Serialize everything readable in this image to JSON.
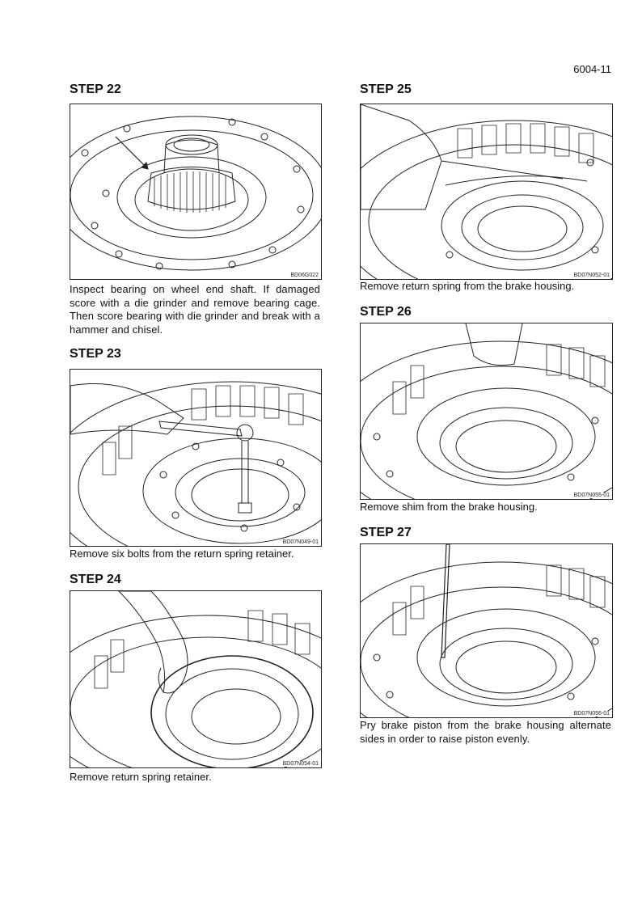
{
  "page": {
    "number": "6004-11"
  },
  "steps": [
    {
      "heading": "STEP 22",
      "figure_code": "BD06G022",
      "text": "Inspect bearing on wheel end shaft. If damaged score with a die grinder and remove bearing cage. Then score bearing with die grinder and break with a hammer and chisel."
    },
    {
      "heading": "STEP 23",
      "figure_code": "BD07N049-01",
      "text": "Remove six bolts from the return spring retainer."
    },
    {
      "heading": "STEP 24",
      "figure_code": "BD07N054-01",
      "text": "Remove return spring retainer."
    },
    {
      "heading": "STEP 25",
      "figure_code": "BD07N052-01",
      "text": "Remove return spring from the brake housing."
    },
    {
      "heading": "STEP 26",
      "figure_code": "BD07N055-01",
      "text": "Remove shim from the brake housing."
    },
    {
      "heading": "STEP 27",
      "figure_code": "BD07N056-01",
      "text": "Pry brake piston from the brake housing alternate sides in order to raise piston evenly."
    }
  ]
}
